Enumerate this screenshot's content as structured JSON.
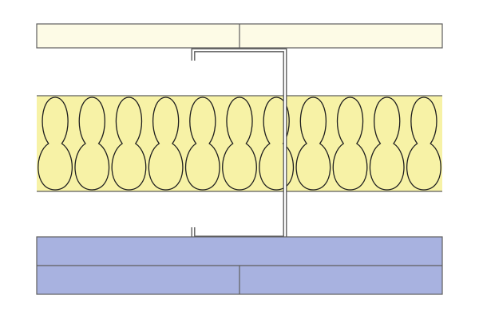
{
  "diagram": {
    "kind": "wall-section",
    "colors": {
      "background": "#ffffff",
      "top_board": "#fdfbe6",
      "insulation": "#f7f2a6",
      "bottom_board": "#a8b2e0",
      "outline": "#5e5e5e",
      "insulation_outline": "#1e1e1e",
      "stud": "#ffffff"
    },
    "components": [
      {
        "id": "top-board",
        "layers": 1,
        "joints": 1
      },
      {
        "id": "insulation",
        "lobes": 11
      },
      {
        "id": "steel-stud",
        "profile": "c-section"
      },
      {
        "id": "bottom-board",
        "layers": 2,
        "joints": 1
      }
    ]
  }
}
